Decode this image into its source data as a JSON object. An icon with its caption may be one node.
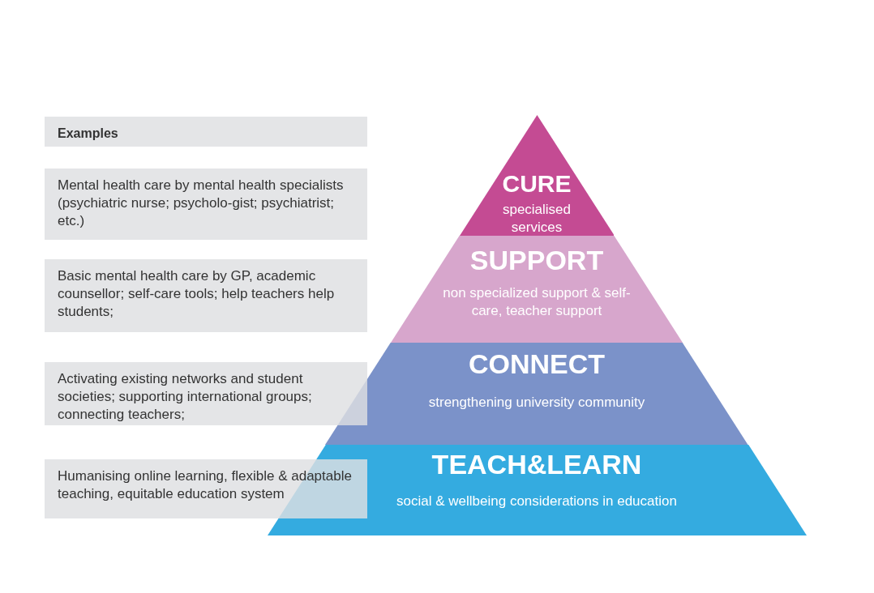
{
  "diagram": {
    "nodes": [
      {
        "text": [
          "Examples"
        ]
      },
      {
        "text": [
          "Mental health care by mental health specialists (psychiatric nurse; psycholo-gist; psychiatrist; etc.)"
        ]
      },
      {
        "text": [
          "Basic mental health care by GP, academic counsellor; self-care tools; help teachers help students;"
        ]
      },
      {
        "text": [
          "Activating existing networks and student societies; supporting international groups; connecting teachers;"
        ]
      },
      {
        "text": [
          "Humanising online learning, flexible & adaptable teaching, equitable education system"
        ]
      },
      {
        "text": [
          "CURE",
          "specialised services"
        ]
      },
      {
        "text": [
          "SUPPORT",
          "non specialized support & self-care, teacher support"
        ]
      },
      {
        "text": [
          "CONNECT",
          "strengthening university community"
        ]
      },
      {
        "text": [
          "TEACH&LEARN",
          "social & wellbeing considerations in education"
        ]
      }
    ]
  }
}
